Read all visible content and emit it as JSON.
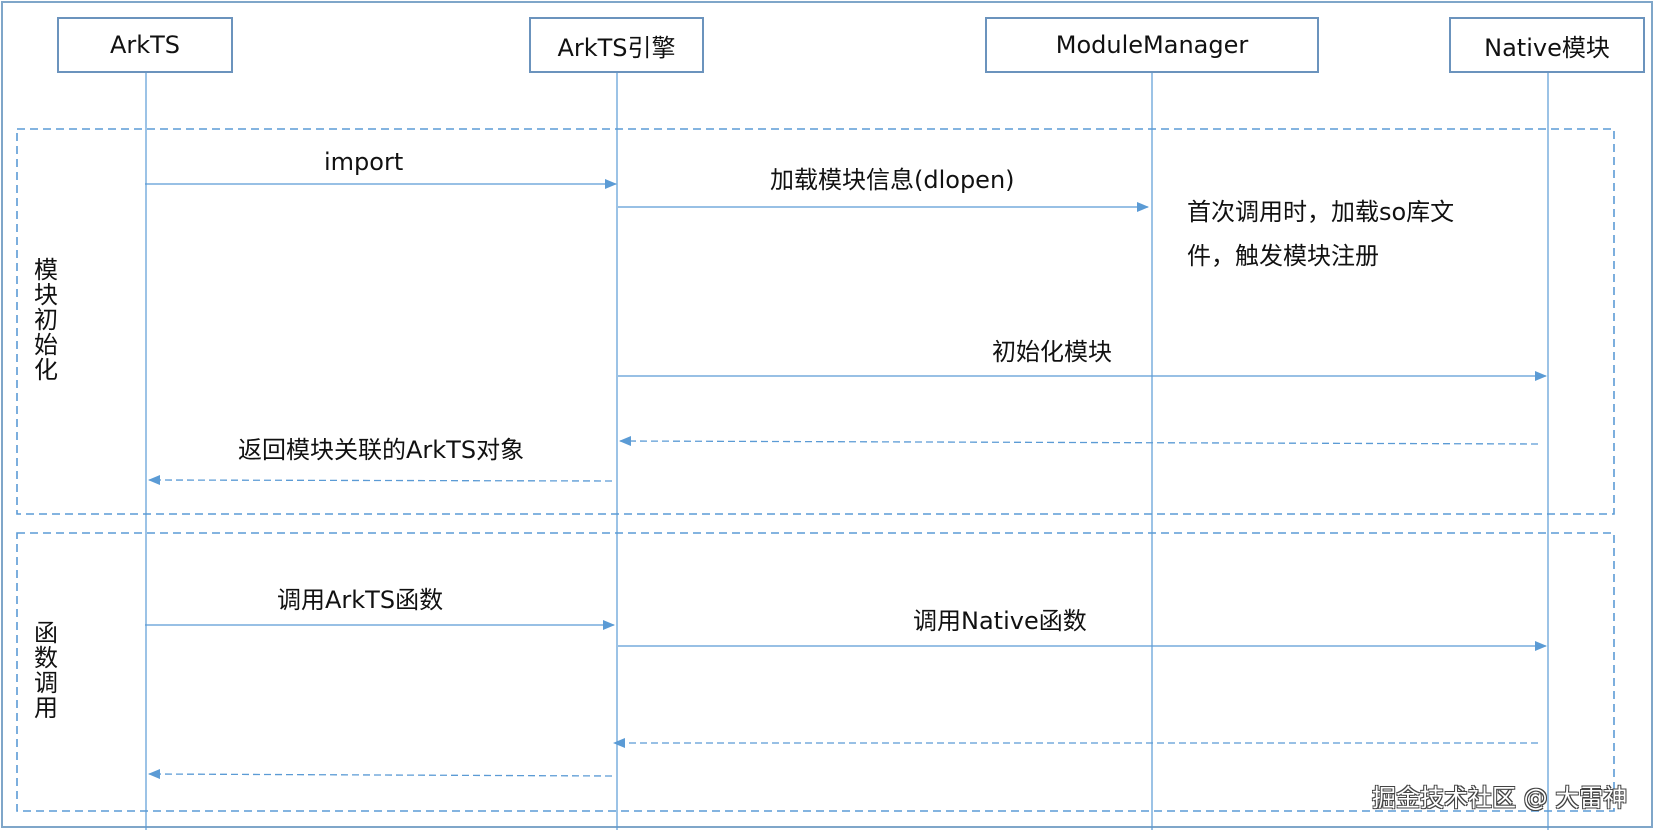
{
  "participants": {
    "arkts": "ArkTS",
    "engine": "ArkTS引擎",
    "module_manager": "ModuleManager",
    "native_module": "Native模块"
  },
  "groups": {
    "init": "模块初始化",
    "call": "函数调用"
  },
  "messages": {
    "import": "import",
    "load_info": "加载模块信息(dlopen)",
    "init_module": "初始化模块",
    "return_object": "返回模块关联的ArkTS对象",
    "call_arkts": "调用ArkTS函数",
    "call_native": "调用Native函数"
  },
  "note": "首次调用时，加载so库文件，触发模块注册",
  "watermark": "掘金技术社区 @ 大雷神",
  "colors": {
    "line": "#5b9bd5",
    "border": "#7fa6c9",
    "box_border": "#6b93bd"
  }
}
